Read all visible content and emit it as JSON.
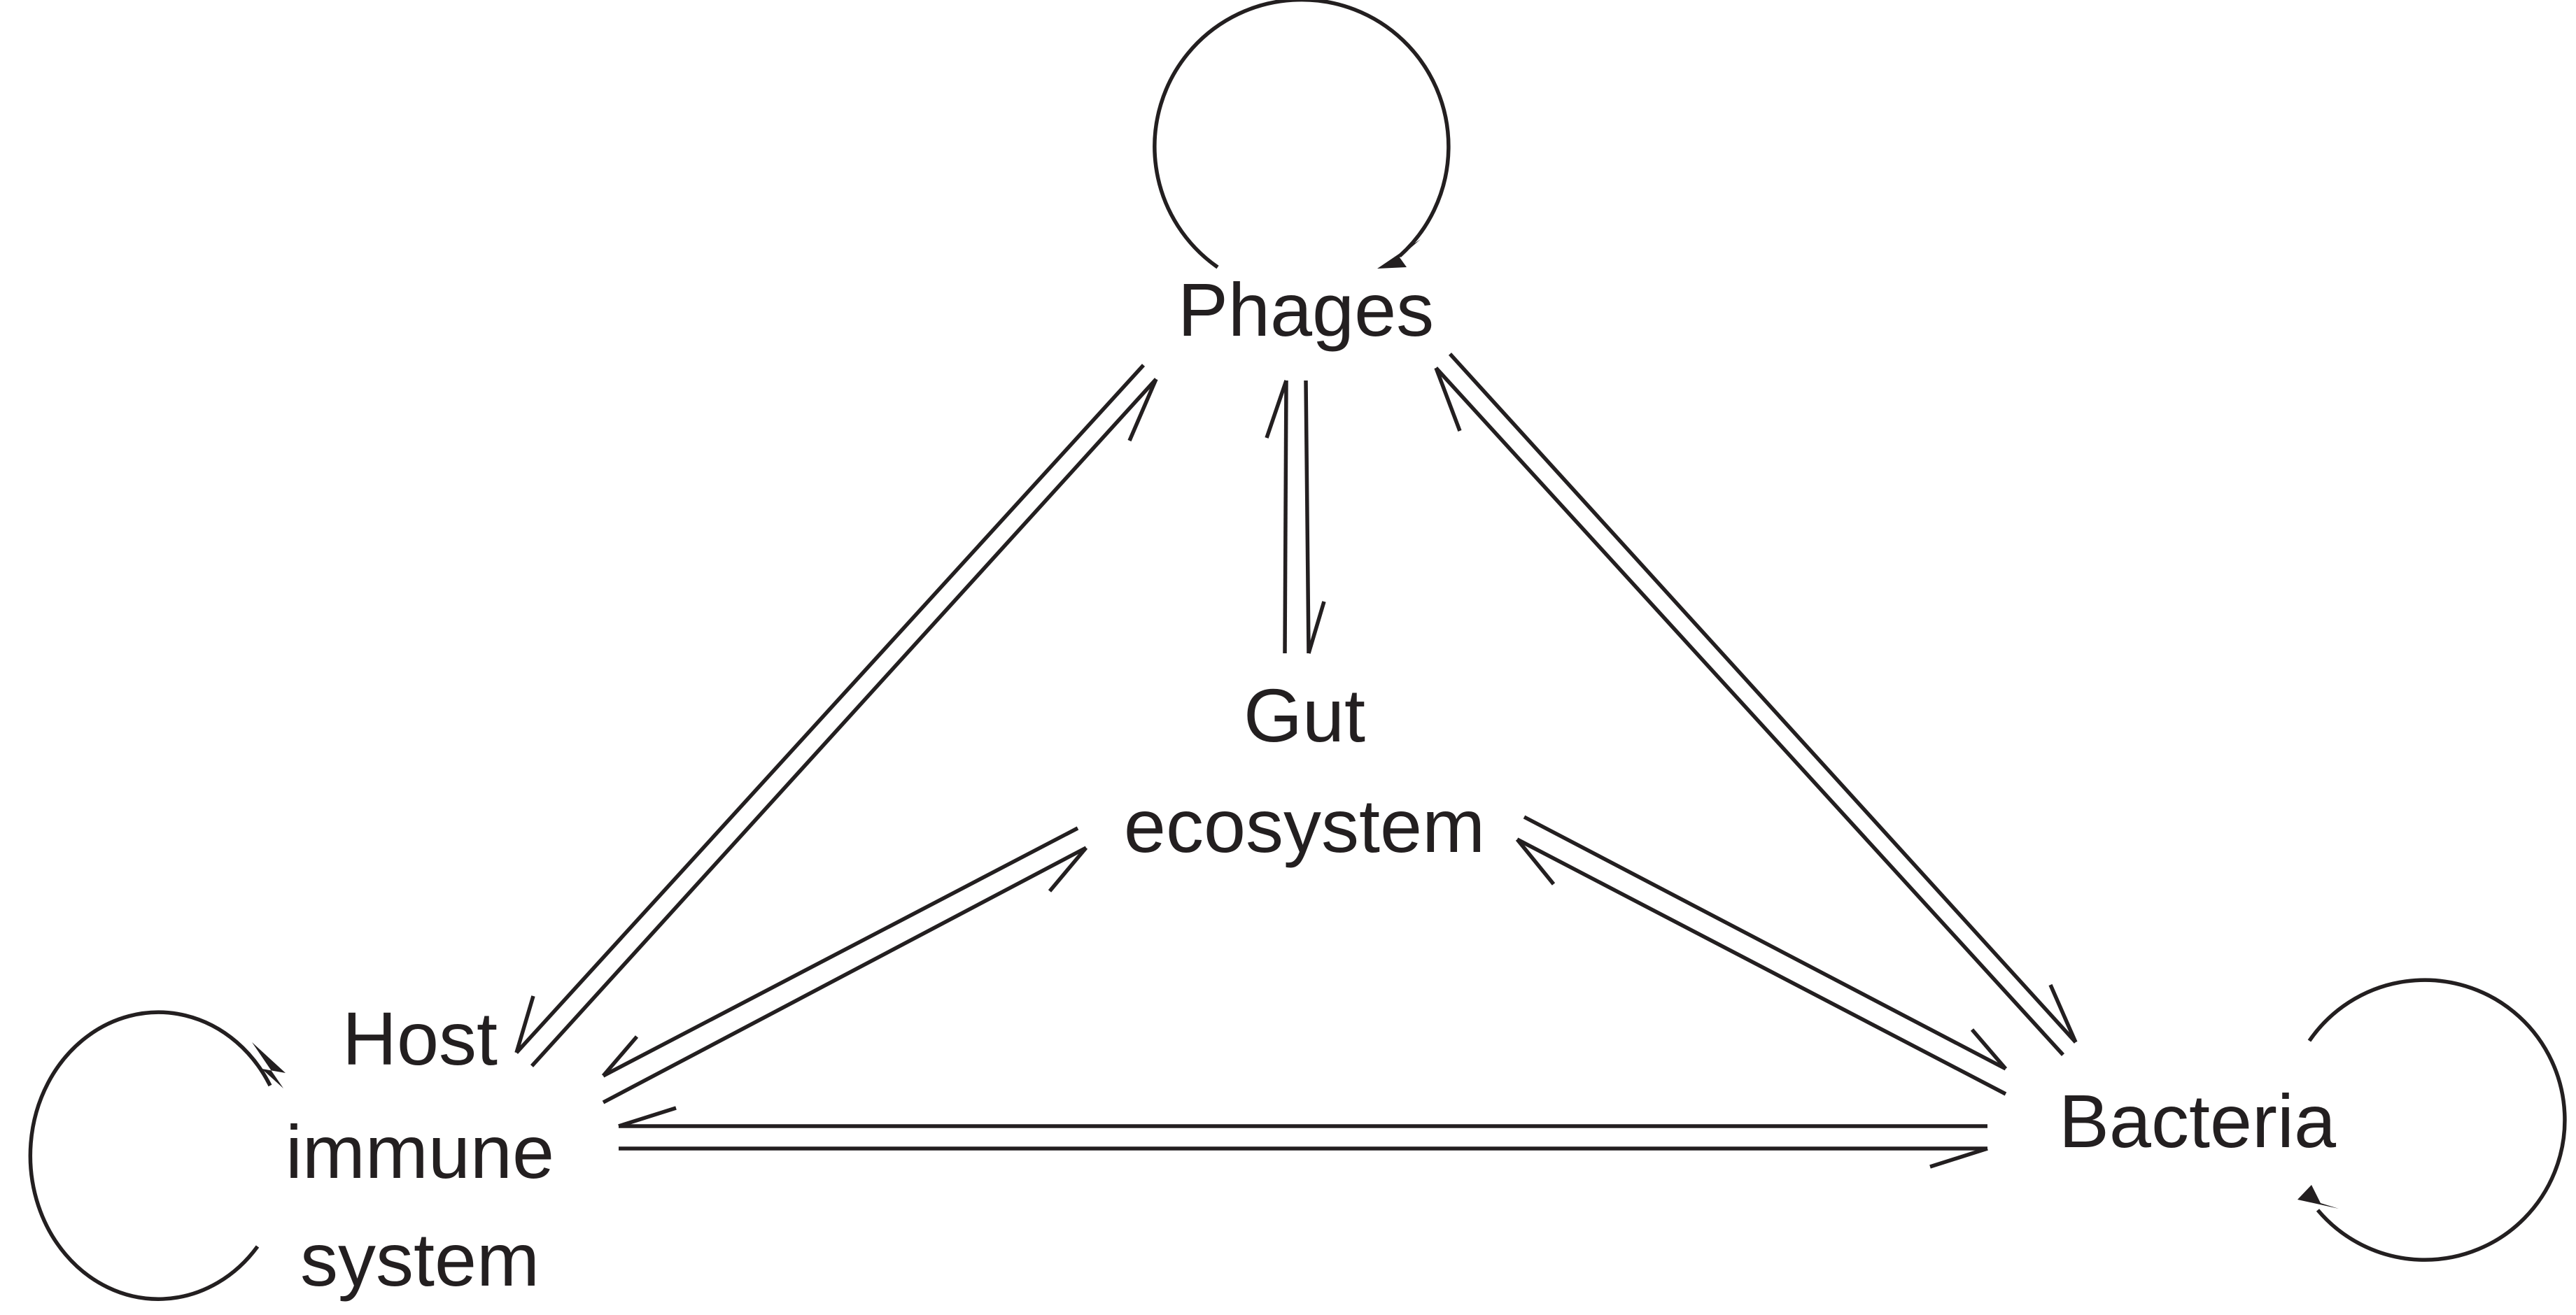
{
  "nodes": {
    "phages": {
      "label": "Phages"
    },
    "gut": {
      "label_lines": [
        "Gut",
        "ecosystem"
      ]
    },
    "host": {
      "label_lines": [
        "Host",
        "immune",
        "system"
      ]
    },
    "bacteria": {
      "label": "Bacteria"
    }
  },
  "edges": [
    {
      "from": "Phages",
      "to": "Host immune system"
    },
    {
      "from": "Host immune system",
      "to": "Phages"
    },
    {
      "from": "Phages",
      "to": "Gut ecosystem"
    },
    {
      "from": "Gut ecosystem",
      "to": "Phages"
    },
    {
      "from": "Phages",
      "to": "Bacteria"
    },
    {
      "from": "Bacteria",
      "to": "Phages"
    },
    {
      "from": "Gut ecosystem",
      "to": "Host immune system"
    },
    {
      "from": "Host immune system",
      "to": "Gut ecosystem"
    },
    {
      "from": "Gut ecosystem",
      "to": "Bacteria"
    },
    {
      "from": "Bacteria",
      "to": "Gut ecosystem"
    },
    {
      "from": "Bacteria",
      "to": "Host immune system"
    },
    {
      "from": "Host immune system",
      "to": "Bacteria"
    }
  ],
  "self_loops": [
    "Phages",
    "Host immune system",
    "Bacteria"
  ],
  "colors": {
    "ink": "#231f20",
    "background": "#ffffff"
  }
}
